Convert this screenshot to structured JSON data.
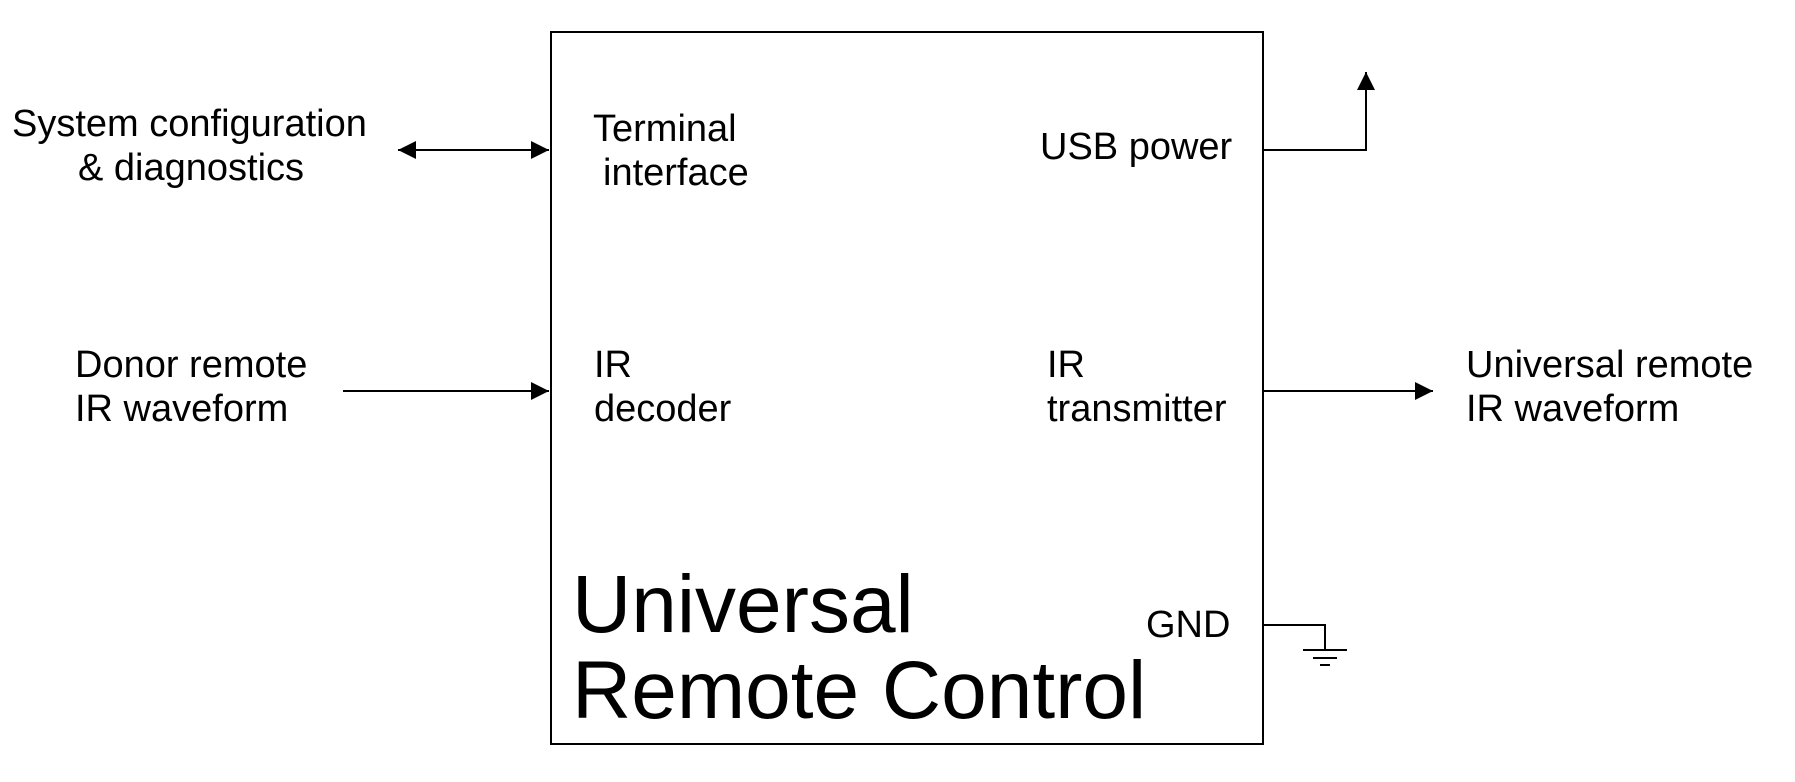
{
  "diagram": {
    "block_title_line1": "Universal",
    "block_title_line2": "Remote Control",
    "ports": {
      "terminal_line1": "Terminal",
      "terminal_line2": "interface",
      "usb_power": "USB power",
      "ir_decoder_line1": "IR",
      "ir_decoder_line2": "decoder",
      "ir_transmitter_line1": "IR",
      "ir_transmitter_line2": "transmitter",
      "gnd": "GND"
    },
    "external": {
      "system_config_line1": "System configuration",
      "system_config_line2": "& diagnostics",
      "donor_line1": "Donor remote",
      "donor_line2": "IR waveform",
      "universal_line1": "Universal remote",
      "universal_line2": "IR waveform"
    },
    "colors": {
      "stroke": "#000000",
      "background": "#ffffff"
    }
  }
}
